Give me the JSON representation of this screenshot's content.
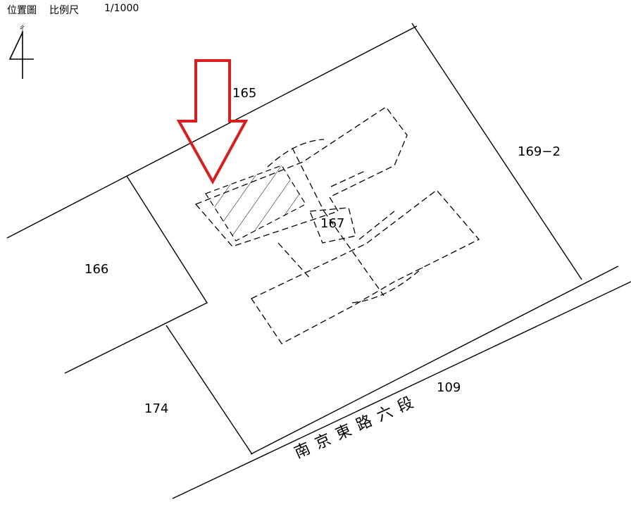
{
  "header": {
    "title": "位置圖",
    "scale_label": "比例尺",
    "scale_value": "1/1000"
  },
  "north_arrow": {
    "glyph": "4",
    "small_label": "ㄔ"
  },
  "lots": {
    "l165": "165",
    "l166": "166",
    "l167": "167",
    "l169_2": "169−2",
    "l174": "174",
    "l109": "109"
  },
  "road_name": "南京東路六段",
  "colors": {
    "ink": "#000000",
    "marker": "#d62020",
    "background": "#ffffff"
  },
  "icons": {
    "pointer": "red-down-arrow-icon",
    "north": "north-arrow-icon"
  }
}
